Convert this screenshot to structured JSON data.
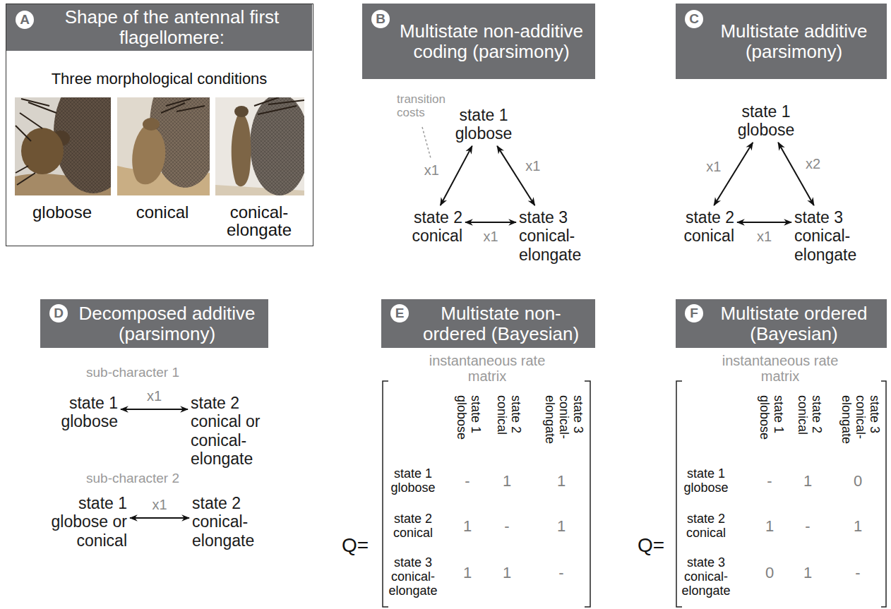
{
  "diagram": {
    "nodes": [
      {
        "text": [
          "Three morphological conditions",
          "globose",
          "conical",
          "conical-elongate"
        ]
      },
      {
        "text": [
          "Shape of the antennal first flagellomere:"
        ],
        "in": 0
      },
      {
        "text": [
          "A"
        ],
        "in": 1
      },
      {
        "text": [
          "Multistate non-additive coding (parsimony)"
        ]
      },
      {
        "text": [
          "B"
        ],
        "in": 3
      },
      {
        "text": [
          "state 1 globose"
        ]
      },
      {
        "text": [
          "state 2 conical"
        ]
      },
      {
        "text": [
          "state 3 conical-elongate"
        ]
      },
      {
        "text": [
          "Multistate additive (parsimony)"
        ]
      },
      {
        "text": [
          "C"
        ],
        "in": 8
      },
      {
        "text": [
          "state 1 globose"
        ]
      },
      {
        "text": [
          "state 2 conical"
        ]
      },
      {
        "text": [
          "state 3 conical-elongate"
        ]
      },
      {
        "text": [
          "Decomposed additive (parsimony)"
        ]
      },
      {
        "text": [
          "D"
        ],
        "in": 13
      },
      {
        "text": [
          "state 1 globose"
        ]
      },
      {
        "text": [
          "state 2 conical or conical-elongate"
        ]
      },
      {
        "text": [
          "state 1 globose or conical"
        ]
      },
      {
        "text": [
          "state 2 conical-elongate"
        ]
      },
      {
        "text": [
          "Multistate non-ordered (Bayesian)"
        ]
      },
      {
        "text": [
          "E"
        ],
        "in": 19
      },
      {
        "text": [
          "Multistate ordered (Bayesian)"
        ]
      },
      {
        "text": [
          "F"
        ],
        "in": 21
      }
    ],
    "edges": [
      {
        "from": 5,
        "to": 6,
        "label": "x1",
        "arrow": "both"
      },
      {
        "from": 5,
        "to": 7,
        "label": "x1",
        "arrow": "both"
      },
      {
        "from": 6,
        "to": 7,
        "label": "x1",
        "arrow": "both"
      },
      {
        "from": 10,
        "to": 11,
        "label": "x1",
        "arrow": "both"
      },
      {
        "from": 10,
        "to": 12,
        "label": "x2",
        "arrow": "both"
      },
      {
        "from": 11,
        "to": 12,
        "label": "x1",
        "arrow": "both"
      },
      {
        "from": 15,
        "to": 16,
        "label": "x1",
        "arrow": "both"
      },
      {
        "from": 17,
        "to": 18,
        "label": "x1",
        "arrow": "both"
      }
    ],
    "labels": [
      "transition costs",
      "sub-character 1",
      "sub-character 2",
      "instantaneous rate matrix",
      "Q=",
      "state 1 globose",
      "state 2 conical",
      "state 3 conical-elongate",
      "state 1 globose",
      "state 2 conical",
      "state 3 conical-elongate",
      "-",
      "1",
      "1",
      "1",
      "-",
      "1",
      "1",
      "1",
      "-",
      "instantaneous rate matrix",
      "Q=",
      "state 1 globose",
      "state 2 conical",
      "state 3 conical-elongate",
      "state 1 globose",
      "state 2 conical",
      "state 3 conical-elongate",
      "-",
      "1",
      "0",
      "1",
      "-",
      "1",
      "0",
      "1",
      "-"
    ]
  }
}
